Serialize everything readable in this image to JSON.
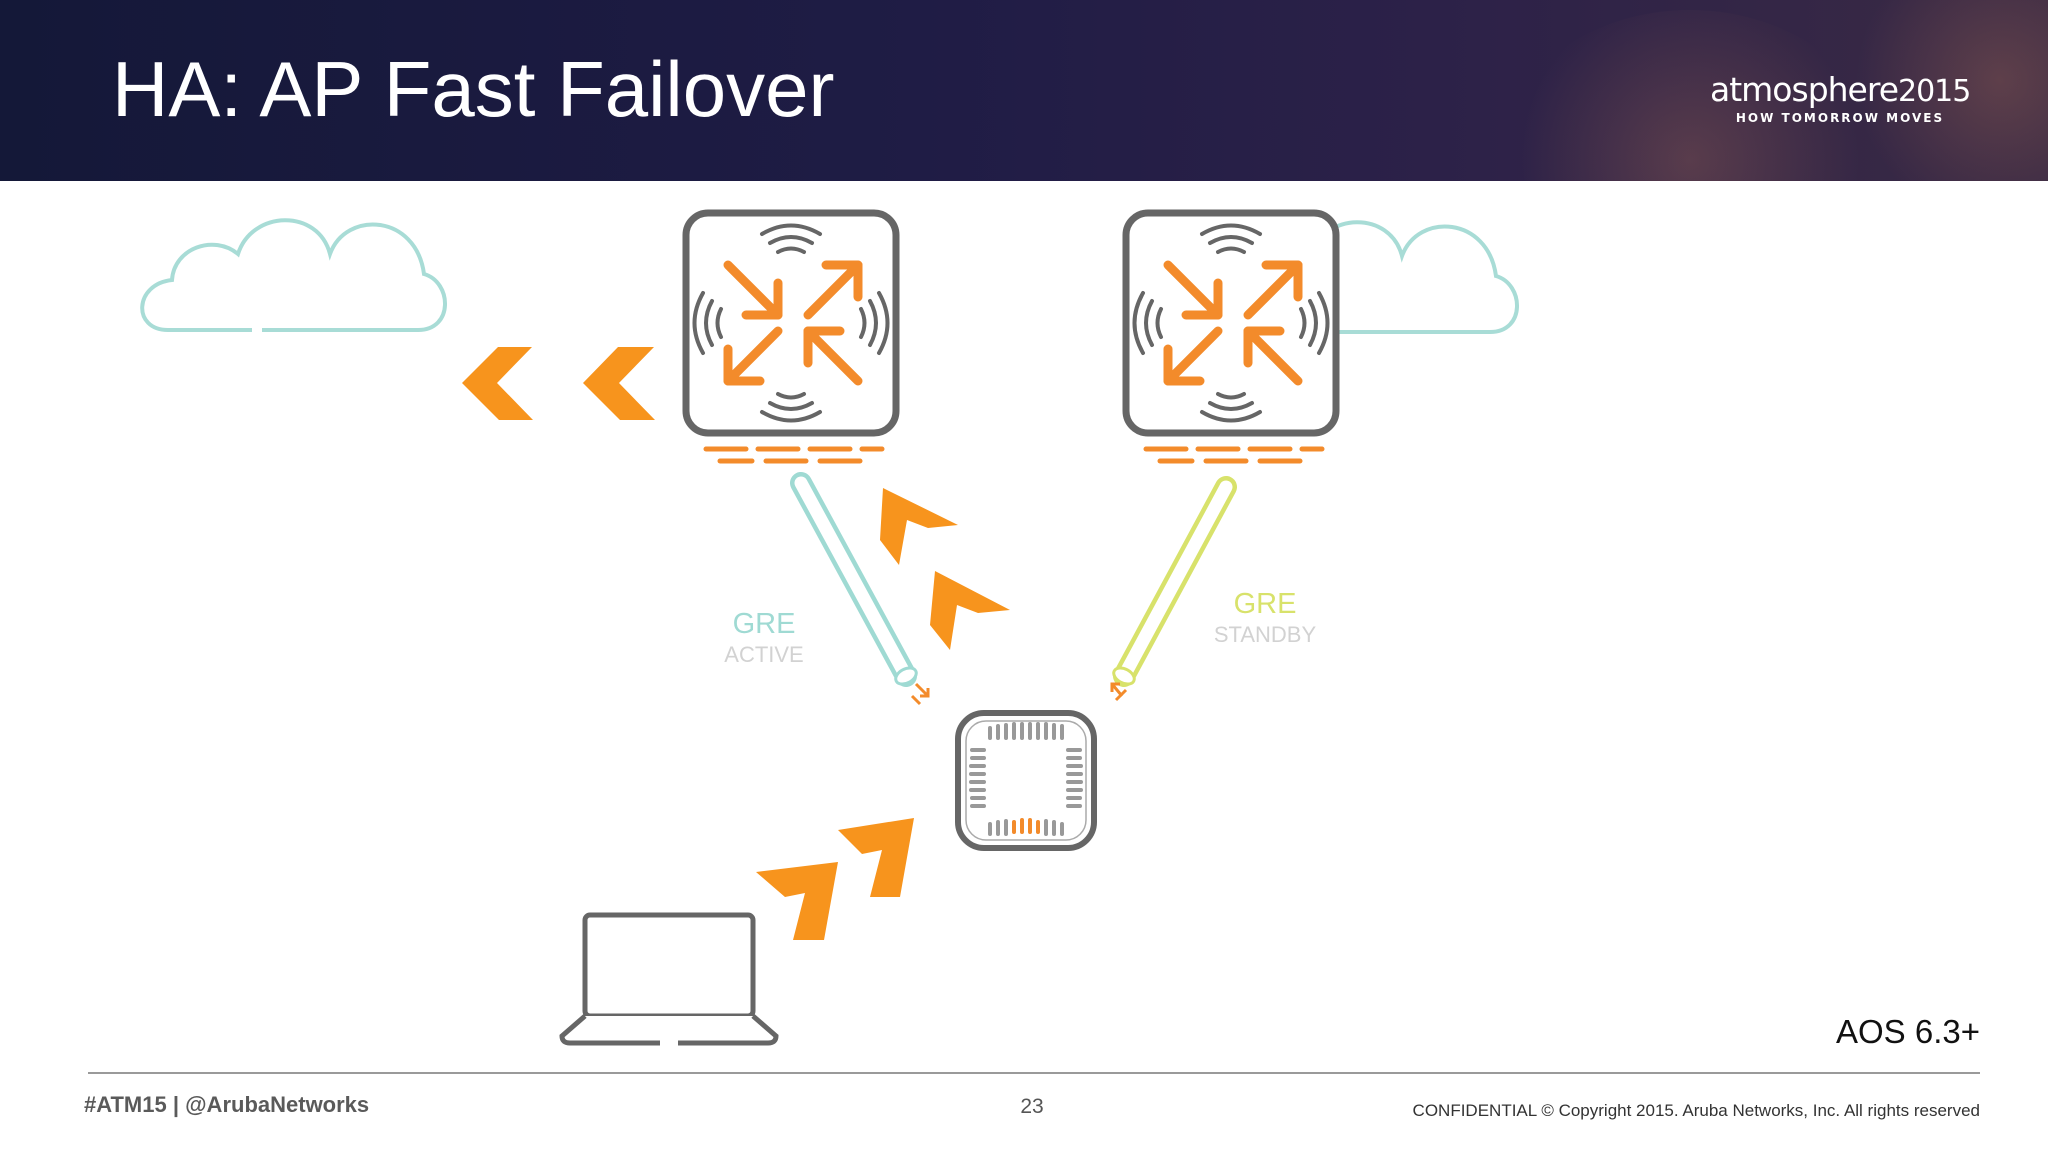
{
  "header": {
    "title": "HA: AP Fast Failover",
    "logo": {
      "word": "atmosphere",
      "year": "2015",
      "tagline": "HOW TOMORROW MOVES"
    }
  },
  "diagram": {
    "tunnel_active": {
      "protocol": "GRE",
      "state": "ACTIVE",
      "color": "#9fdad3"
    },
    "tunnel_standby": {
      "protocol": "GRE",
      "state": "STANDBY",
      "color": "#d8e26b"
    },
    "accent_color": "#f7941d",
    "device_color": "#666666",
    "cloud_color": "#a8dcd6"
  },
  "version_badge": "AOS 6.3+",
  "footer": {
    "hashtag": "#ATM15 | @ArubaNetworks",
    "page_number": "23",
    "copyright": "CONFIDENTIAL © Copyright 2015. Aruba Networks, Inc. All rights reserved"
  }
}
